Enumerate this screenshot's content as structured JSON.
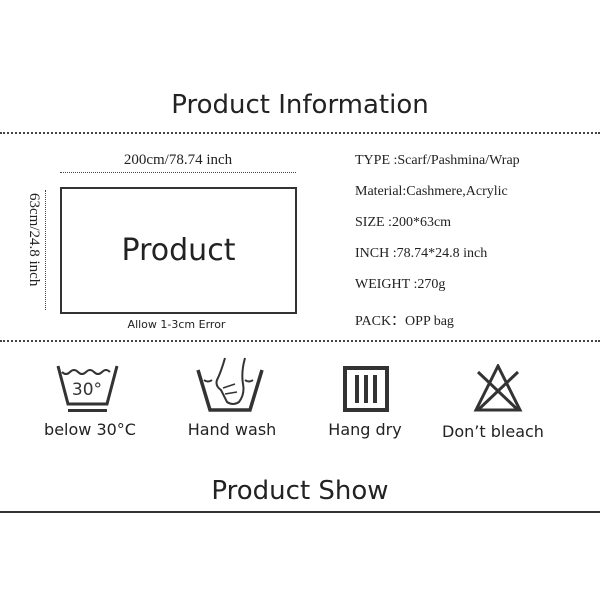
{
  "header": {
    "title": "Product Information"
  },
  "diagram": {
    "width_label": "200cm/78.74 inch",
    "height_label": "63cm/24.8 inch",
    "box_label": "Product",
    "note": "Allow 1-3cm Error"
  },
  "specs": [
    "TYPE :Scarf/Pashmina/Wrap",
    "Material:Cashmere,Acrylic",
    "SIZE :200*63cm",
    "INCH :78.74*24.8 inch",
    "WEIGHT :270g",
    "PACK：OPP bag"
  ],
  "care": [
    {
      "icon": "wash-30-icon",
      "label": "below 30°C",
      "temp": "30°"
    },
    {
      "icon": "hand-wash-icon",
      "label": "Hand wash"
    },
    {
      "icon": "hang-dry-icon",
      "label": "Hang dry"
    },
    {
      "icon": "no-bleach-icon",
      "label": "Don’t bleach"
    }
  ],
  "section2": {
    "title": "Product Show"
  }
}
